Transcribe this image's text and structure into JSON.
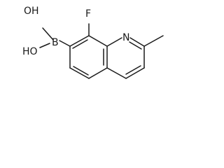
{
  "molecule": {
    "atoms": {
      "hydroxyl_top": "OH",
      "hydroxyl_bottom": "HO",
      "boron": "B",
      "fluorine": "F",
      "nitrogen": "N"
    }
  }
}
